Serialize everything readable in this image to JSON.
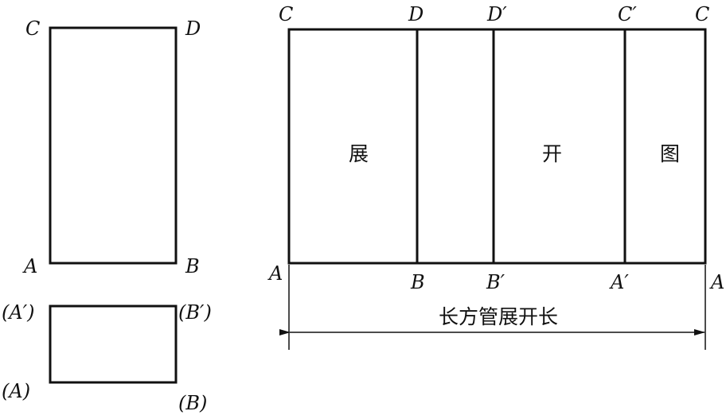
{
  "front_view": {
    "top_left": "C",
    "top_right": "D",
    "bottom_left": "A",
    "bottom_right": "B"
  },
  "top_view": {
    "top_left": "(A′)",
    "top_right": "(B′)",
    "bottom_left": "(A)",
    "bottom_right": "(B)"
  },
  "development": {
    "top_labels": [
      "C",
      "D",
      "D′",
      "C′",
      "C"
    ],
    "bottom_labels": [
      "A",
      "B",
      "B′",
      "A′",
      "A"
    ],
    "panel_text": [
      "展",
      "开",
      "图"
    ],
    "dimension_label": "长方管展开长"
  },
  "colors": {
    "line": "#111111",
    "background": "#ffffff"
  }
}
